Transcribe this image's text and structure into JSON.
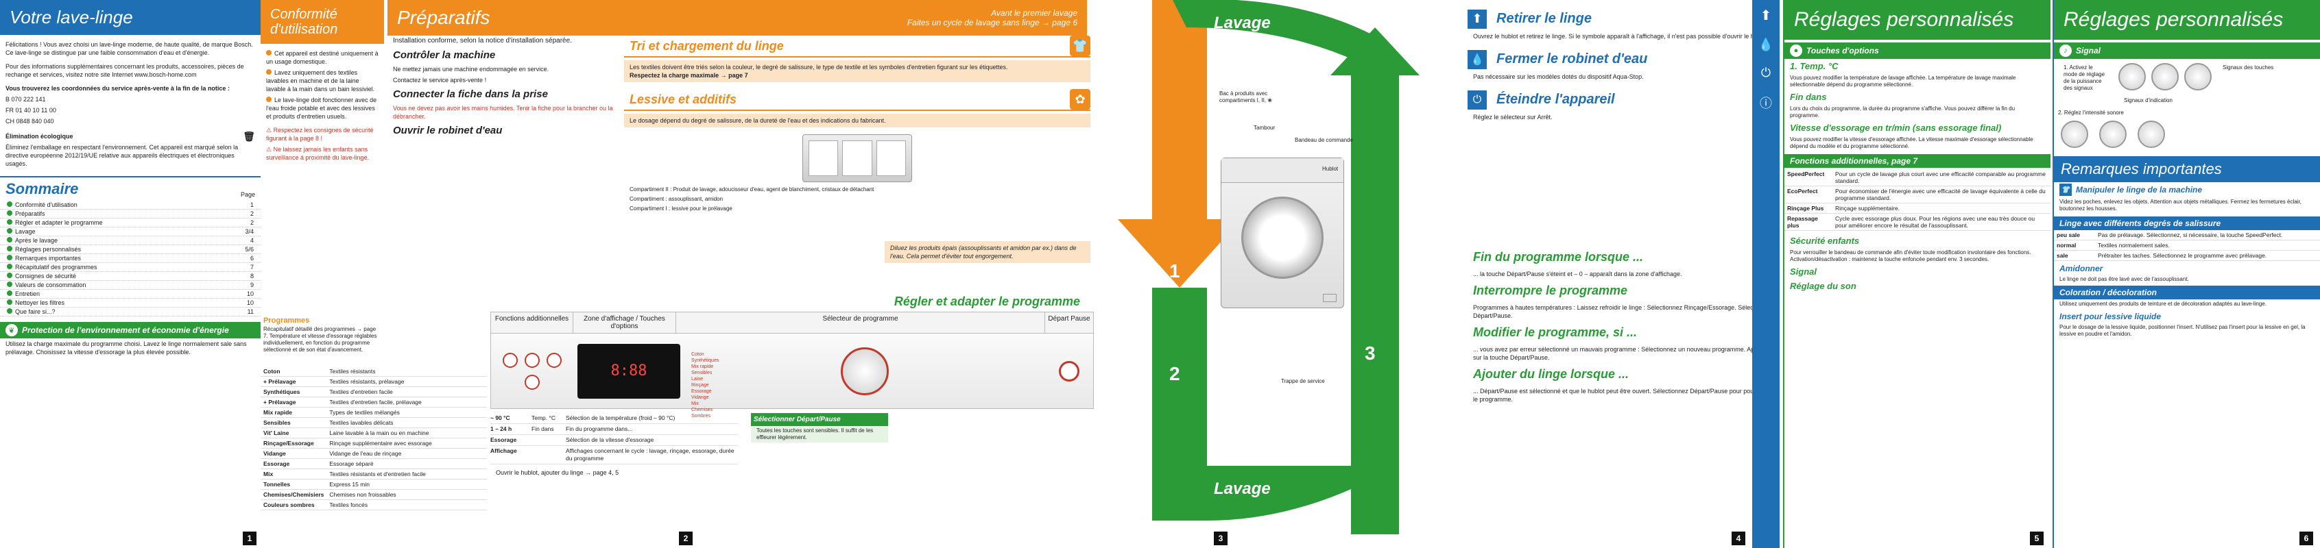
{
  "panel1": {
    "title": "Votre lave-linge",
    "intro": "Félicitations ! Vous avez choisi un lave-linge moderne, de haute qualité, de marque Bosch. Ce lave-linge se distingue par une faible consommation d'eau et d'énergie.",
    "intro2": "Pour des informations supplémentaires concernant les produits, accessoires, pièces de rechange et services, visitez notre site Internet www.bosch-home.com",
    "contact_title": "Vous trouverez les coordonnées du service après-vente à la fin de la notice :",
    "contacts": [
      "B 070 222 141",
      "FR 01 40 10 11 00",
      "CH 0848 840 040"
    ],
    "disposal_title": "Élimination écologique",
    "disposal_text": "Éliminez l'emballage en respectant l'environnement. Cet appareil est marqué selon la directive européenne 2012/19/UE relative aux appareils électriques et électroniques usagés.",
    "summary_title": "Sommaire",
    "summary_page_label": "Page",
    "toc": [
      {
        "label": "Conformité d'utilisation",
        "page": "1"
      },
      {
        "label": "Préparatifs",
        "page": "2"
      },
      {
        "label": "Régler et adapter le programme",
        "page": "2"
      },
      {
        "label": "Lavage",
        "page": "3/4"
      },
      {
        "label": "Après le lavage",
        "page": "4"
      },
      {
        "label": "Réglages personnalisés",
        "page": "5/6"
      },
      {
        "label": "Remarques importantes",
        "page": "6"
      },
      {
        "label": "Récapitulatif des programmes",
        "page": "7"
      },
      {
        "label": "Consignes de sécurité",
        "page": "8"
      },
      {
        "label": "Valeurs de consommation",
        "page": "9"
      },
      {
        "label": "Entretien",
        "page": "10"
      },
      {
        "label": "Nettoyer les filtres",
        "page": "10"
      },
      {
        "label": "Que faire si...?",
        "page": "11"
      }
    ],
    "env_title": "Protection de l'environnement et économie d'énergie",
    "env_text": "Utilisez la charge maximale du programme choisi. Lavez le linge normalement sale sans prélavage. Choisissez la vitesse d'essorage la plus élevée possible.",
    "page": "1"
  },
  "panel2": {
    "conf_title": "Conformité d'utilisation",
    "conf_items": [
      "Cet appareil est destiné uniquement à un usage domestique.",
      "Lavez uniquement des textiles lavables en machine et de la laine lavable à la main dans un bain lessiviel.",
      "Le lave-linge doit fonctionner avec de l'eau froide potable et avec des lessives et produits d'entretien usuels."
    ],
    "conf_note": "Respectez les consignes de sécurité figurant à la page 8 !",
    "children_note": "Ne laissez jamais les enfants sans surveillance à proximité du lave-linge.",
    "prep_title": "Préparatifs",
    "prep_sub": "Avant le premier lavage",
    "prep_sub2": "Faites un cycle de lavage sans linge → page 6",
    "install_text": "Installation conforme, selon la notice d'installation séparée.",
    "control_title": "Contrôler la machine",
    "control_items": [
      "Ne mettez jamais une machine endommagée en service.",
      "Contactez le service après-vente !"
    ],
    "plug_title": "Connecter la fiche dans la prise",
    "plug_note": "Vous ne devez pas avoir les mains humides. Tenir la fiche pour la brancher ou la débrancher.",
    "tap_title": "Ouvrir le robinet d'eau",
    "sort_title": "Tri et chargement du linge",
    "sort_text": "Les textiles doivent être triés selon la couleur, le degré de salissure, le type de textile et les symboles d'entretien figurant sur les étiquettes.",
    "sort_text2": "Respectez la charge maximale → page 7",
    "detergent_title": "Lessive et additifs",
    "detergent_text": "Le dosage dépend du degré de salissure, de la dureté de l'eau et des indications du fabricant.",
    "compartment_2": "Compartiment II : Produit de lavage, adoucisseur d'eau, agent de blanchiment, cristaux de détachant",
    "compartment_pre": "Compartiment : assouplissant, amidon",
    "compartment_1": "Compartiment I : lessive pour le prélavage",
    "dilute_note": "Diluez les produits épais (assouplissants et amidon par ex.) dans de l'eau. Cela permet d'éviter tout engorgement.",
    "programs_title": "Programmes",
    "programs_intro": "Récapitulatif détaillé des programmes → page 7. Température et vitesse d'essorage réglables individuellement, en fonction du programme sélectionné et de son état d'avancement.",
    "programs": [
      {
        "name": "Coton",
        "desc": "Textiles résistants"
      },
      {
        "name": "+ Prélavage",
        "desc": "Textiles résistants, prélavage"
      },
      {
        "name": "Synthétiques",
        "desc": "Textiles d'entretien facile"
      },
      {
        "name": "+ Prélavage",
        "desc": "Textiles d'entretien facile, prélavage"
      },
      {
        "name": "Mix rapide",
        "desc": "Types de textiles mélangés"
      },
      {
        "name": "Sensibles",
        "desc": "Textiles lavables délicats"
      },
      {
        "name": "Vit' Laine",
        "desc": "Laine lavable à la main ou en machine"
      },
      {
        "name": "Rinçage/Essorage",
        "desc": "Rinçage supplémentaire avec essorage"
      },
      {
        "name": "Vidange",
        "desc": "Vidange de l'eau de rinçage"
      },
      {
        "name": "Essorage",
        "desc": "Essorage séparé"
      },
      {
        "name": "Mix",
        "desc": "Textiles résistants et d'entretien facile"
      },
      {
        "name": "Tonnelles",
        "desc": "Express 15 min"
      },
      {
        "name": "Chemises/Chemisiers",
        "desc": "Chemises non froissables"
      },
      {
        "name": "Couleurs sombres",
        "desc": "Textiles foncés"
      }
    ],
    "settings_title": "Régler et adapter le programme",
    "col_functions": "Fonctions additionnelles",
    "col_display": "Zone d'affichage / Touches d'options",
    "col_selector": "Sélecteur de programme",
    "col_start": "Départ Pause",
    "temp_rows": [
      {
        "icon": "~ 90 °C",
        "label": "Temp. °C",
        "desc": "Sélection de la température (froid – 90 °C)"
      },
      {
        "icon": "1 – 24 h",
        "label": "Fin dans",
        "desc": "Fin du programme dans..."
      },
      {
        "icon": "Essorage",
        "label": "",
        "desc": "Sélection de la vitesse d'essorage"
      },
      {
        "icon": "Affichage",
        "label": "",
        "desc": "Affichages concernant le cycle : lavage, rinçage, essorage, durée du programme"
      }
    ],
    "start_note": "Sélectionner Départ/Pause",
    "start_text": "Toutes les touches sont sensibles. Il suffit de les effleurer légèrement.",
    "footer_note": "Ouvrir le hublot, ajouter du linge → page 4, 5",
    "page": "2",
    "selector_labels": [
      "Coton",
      "Synthétiques",
      "Mix rapide",
      "Sensibles",
      "Laine",
      "Rinçage",
      "Essorage",
      "Vidange",
      "Mix",
      "Chemises",
      "Sombres"
    ]
  },
  "panel3": {
    "top_label": "Lavage",
    "bottom_label": "Lavage",
    "steps": [
      "1",
      "2",
      "3"
    ],
    "drawer_label": "Bac à produits avec compartiments I, II, ❀",
    "drum_label": "Tambour",
    "panel_label": "Bandeau de commande",
    "door_label": "Hublot",
    "service_label": "Trappe de service",
    "page": "3"
  },
  "panel4": {
    "remove_title": "Retirer le linge",
    "remove_text": "Ouvrez le hublot et retirez le linge. Si le symbole apparaît à l'affichage, il n'est pas possible d'ouvrir le hublot.",
    "tap_title": "Fermer le robinet d'eau",
    "tap_text": "Pas nécessaire sur les modèles dotés du dispositif Aqua-Stop.",
    "off_title": "Éteindre l'appareil",
    "off_text": "Réglez le sélecteur sur Arrêt.",
    "end_title": "Fin du programme lorsque ...",
    "end_text": "... la touche Départ/Pause s'éteint et – 0 – apparaît dans la zone d'affichage.",
    "interrupt_title": "Interrompre le programme",
    "interrupt_text": "Programmes à hautes températures : Laissez refroidir le linge : Sélectionnez Rinçage/Essorage. Sélectionnez Départ/Pause.",
    "modify_title": "Modifier le programme, si ...",
    "modify_text": "... vous avez par erreur sélectionné un mauvais programme : Sélectionnez un nouveau programme. Appuyez sur la touche Départ/Pause.",
    "add_title": "Ajouter du linge lorsque ...",
    "add_text": "... Départ/Pause est sélectionné et que le hublot peut être ouvert. Sélectionnez Départ/Pause pour poursuivre le programme.",
    "page": "4"
  },
  "panel5": {
    "title": "Réglages personnalisés",
    "options_title": "Touches d'options",
    "temp_title": "1. Temp. °C",
    "temp_text": "Vous pouvez modifier la température de lavage affichée. La température de lavage maximale sélectionnable dépend du programme sélectionné.",
    "end_title": "Fin dans",
    "end_text": "Lors du choix du programme, la durée du programme s'affiche. Vous pouvez différer la fin du programme.",
    "spin_title": "Vitesse d'essorage en tr/min (sans essorage final)",
    "spin_text": "Vous pouvez modifier la vitesse d'essorage affichée. La vitesse maximale d'essorage sélectionnable dépend du modèle et du programme sélectionné.",
    "extra_title": "Fonctions additionnelles, page 7",
    "speed_title": "SpeedPerfect",
    "speed_text": "Pour un cycle de lavage plus court avec une efficacité comparable au programme standard.",
    "eco_title": "EcoPerfect",
    "eco_text": "Pour économiser de l'énergie avec une efficacité de lavage équivalente à celle du programme standard.",
    "rinse_title": "Rinçage Plus",
    "rinse_text": "Rinçage supplémentaire.",
    "iron_title": "Repassage plus",
    "iron_text": "Cycle avec essorage plus doux. Pour les régions avec une eau très douce ou pour améliorer encore le résultat de l'assouplissant.",
    "child_title": "Sécurité enfants",
    "child_text": "Pour verrouiller le bandeau de commande afin d'éviter toute modification involontaire des fonctions. Activation/désactivation : maintenez la touche enfoncée pendant env. 3 secondes.",
    "signal_title": "Signal",
    "sound_title": "Réglage du son",
    "page": "5"
  },
  "panel6": {
    "title": "Réglages personnalisés",
    "signal_title": "Signal",
    "signal_steps": [
      "1. Activez le mode de réglage de la puissance des signaux",
      "2. Réglez l'intensité sonore"
    ],
    "signal_labels": [
      "Signaux des touches",
      "Signaux d'indication"
    ],
    "remarks_title": "Remarques importantes",
    "handle_title": "Manipuler le linge de la machine",
    "handle_text": "Videz les poches, enlevez les objets. Attention aux objets métalliques. Fermez les fermetures éclair, boutonnez les housses.",
    "soil_title": "Linge avec différents degrés de salissure",
    "soil_rows": [
      {
        "label": "peu sale",
        "text": "Pas de prélavage. Sélectionnez, si nécessaire, la touche SpeedPerfect."
      },
      {
        "label": "normal",
        "text": "Textiles normalement sales."
      },
      {
        "label": "sale",
        "text": "Prétraiter les taches. Sélectionnez le programme avec prélavage."
      }
    ],
    "starch_title": "Amidonner",
    "starch_text": "Le linge ne doit pas être lavé avec de l'assouplissant.",
    "dye_title": "Coloration / décoloration",
    "dye_text": "Utilisez uniquement des produits de teinture et de décoloration adaptés au lave-linge.",
    "liquid_title": "Insert pour lessive liquide",
    "liquid_text": "Pour le dosage de la lessive liquide, positionner l'insert. N'utilisez pas l'insert pour la lessive en gel, la lessive en poudre et l'amidon.",
    "page": "6"
  }
}
